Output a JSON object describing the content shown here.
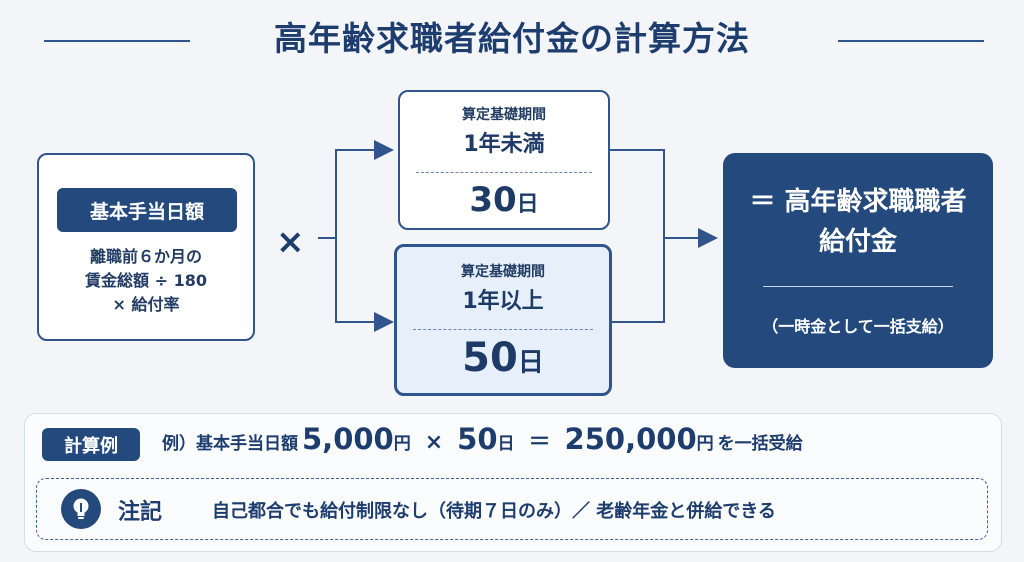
{
  "title": "高年齢求職者給付金の計算方法",
  "base": {
    "label": "基本手当日額",
    "desc": [
      "離職前６か月の",
      "賃金総額 ÷ 180",
      "× 給付率"
    ]
  },
  "operator": "×",
  "options": [
    {
      "label": "算定基礎期間",
      "condition": "1年未満",
      "value": "30",
      "unit": "日"
    },
    {
      "label": "算定基礎期間",
      "condition": "1年以上",
      "value": "50",
      "unit": "日"
    }
  ],
  "result": {
    "line1": "＝ 高年齢求職職者",
    "line2": "給付金",
    "note": "（一時金として一括支給）"
  },
  "example": {
    "badge": "計算例",
    "prefix": "例）基本手当日額",
    "amount": "5,000",
    "yen": "円",
    "times": "×",
    "days": "50",
    "day_unit": "日",
    "equals": "＝",
    "total": "250,000",
    "total_yen": "円",
    "suffix": "を一括受給"
  },
  "note": {
    "label": "注記",
    "text": "自己都合でも給付制限なし（待期７日のみ）／ 老齢年金と併給できる"
  },
  "colors": {
    "primary": "#23497d",
    "accent_bg": "#e7f0fa",
    "text": "#1d3d6e"
  }
}
